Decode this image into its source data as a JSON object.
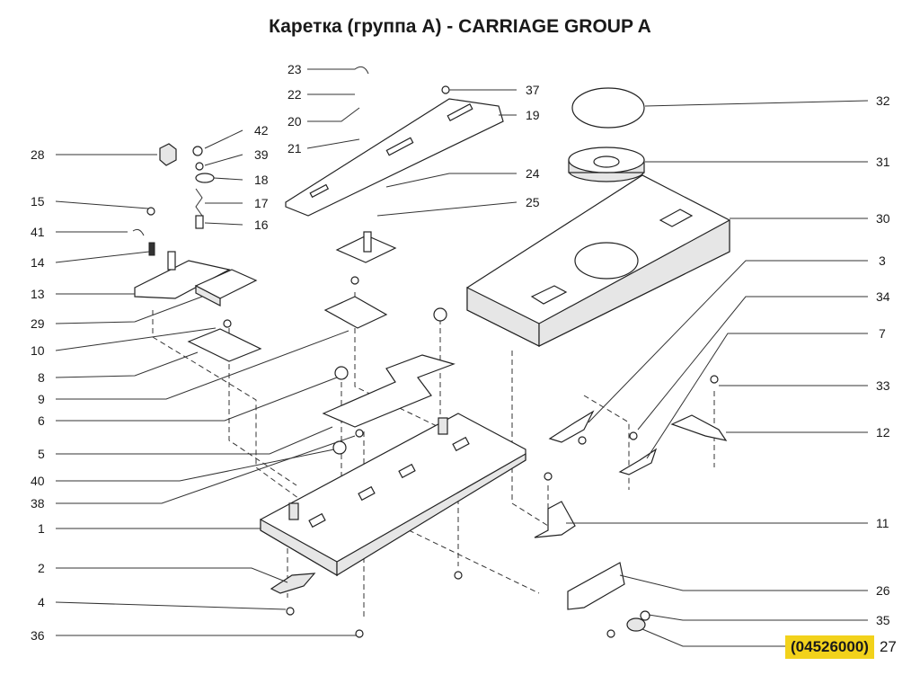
{
  "title": "Каретка (группа А) - CARRIAGE GROUP A",
  "footer": {
    "code": "(04526000)",
    "page": "27"
  },
  "labels": [
    "23",
    "22",
    "20",
    "21",
    "28",
    "42",
    "39",
    "18",
    "15",
    "17",
    "16",
    "41",
    "14",
    "13",
    "29",
    "10",
    "8",
    "9",
    "6",
    "5",
    "40",
    "38",
    "1",
    "2",
    "4",
    "36",
    "37",
    "19",
    "24",
    "25",
    "32",
    "31",
    "30",
    "3",
    "34",
    "7",
    "33",
    "12",
    "11",
    "26",
    "35"
  ],
  "colors": {
    "footer_highlight": "#f2d21b",
    "lines": "#222222"
  }
}
